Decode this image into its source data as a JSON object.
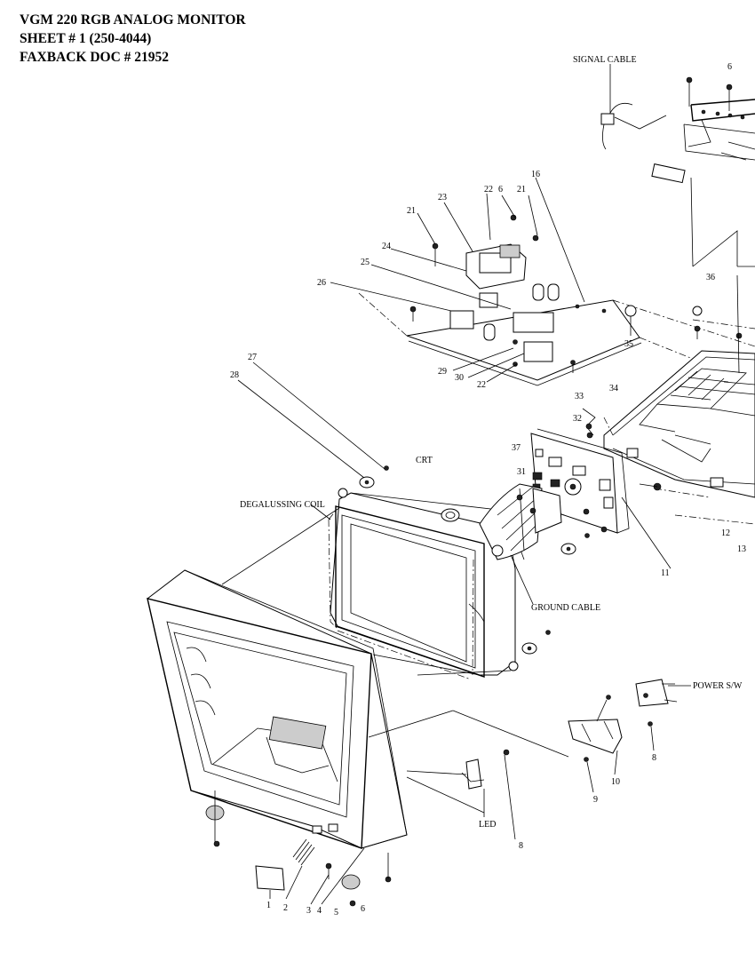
{
  "header": {
    "line1": "VGM 220 RGB ANALOG MONITOR",
    "line2": "SHEET # 1  (250-4044)",
    "line3": "FAXBACK DOC # 21952"
  },
  "labels": {
    "signal_cable": "SIGNAL CABLE",
    "crt": "CRT",
    "degaussing_coil": "DEGALUSSING COIL",
    "ground_cable": "GROUND CABLE",
    "power_sw": "POWER S/W",
    "led": "LED"
  },
  "numbers": {
    "n1": "1",
    "n2": "2",
    "n3": "3",
    "n4": "4",
    "n5": "5",
    "n6a": "6",
    "n6b": "6",
    "n6c": "6",
    "n8a": "8",
    "n8b": "8",
    "n9": "9",
    "n10": "10",
    "n11": "11",
    "n12": "12",
    "n13": "13",
    "n16": "16",
    "n21a": "21",
    "n21b": "21",
    "n22a": "22",
    "n22b": "22",
    "n23": "23",
    "n24": "24",
    "n25": "25",
    "n26": "26",
    "n27": "27",
    "n28": "28",
    "n29": "29",
    "n30": "30",
    "n31": "31",
    "n32": "32",
    "n33": "33",
    "n34": "34",
    "n35": "35",
    "n36": "36",
    "n37": "37"
  }
}
